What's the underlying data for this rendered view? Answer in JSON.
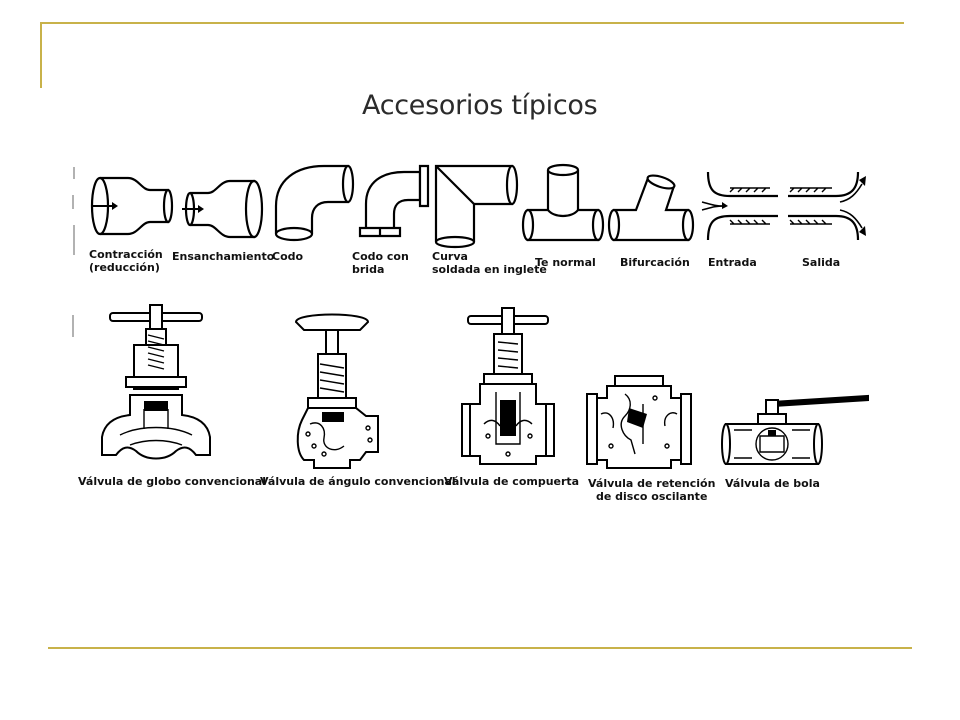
{
  "slide": {
    "accent_color": "#c8b24a",
    "title": "Accesorios típicos"
  },
  "fittings": [
    {
      "icon": "contraction-icon",
      "label_line1": "Contracción",
      "label_line2": "(reducción)"
    },
    {
      "icon": "expansion-icon",
      "label_line1": "Ensanchamiento",
      "label_line2": ""
    },
    {
      "icon": "elbow-icon",
      "label_line1": "Codo",
      "label_line2": ""
    },
    {
      "icon": "flanged-elbow-icon",
      "label_line1": "Codo con",
      "label_line2": "brida"
    },
    {
      "icon": "mitered-bend-icon",
      "label_line1": "Curva",
      "label_line2": "soldada en inglete"
    },
    {
      "icon": "standard-tee-icon",
      "label_line1": "Te normal",
      "label_line2": ""
    },
    {
      "icon": "bifurcation-icon",
      "label_line1": "Bifurcación",
      "label_line2": ""
    },
    {
      "icon": "inlet-icon",
      "label_line1": "Entrada",
      "label_line2": ""
    },
    {
      "icon": "outlet-icon",
      "label_line1": "Salida",
      "label_line2": ""
    }
  ],
  "valves": [
    {
      "icon": "globe-valve-icon",
      "label_line1": "Válvula de globo convencional",
      "label_line2": ""
    },
    {
      "icon": "angle-valve-icon",
      "label_line1": "Válvula de ángulo convencional",
      "label_line2": ""
    },
    {
      "icon": "gate-valve-icon",
      "label_line1": "Válvula de compuerta",
      "label_line2": ""
    },
    {
      "icon": "swing-check-valve-icon",
      "label_line1": "Válvula de retención",
      "label_line2": "de disco oscilante"
    },
    {
      "icon": "ball-valve-icon",
      "label_line1": "Válvula de bola",
      "label_line2": ""
    }
  ]
}
